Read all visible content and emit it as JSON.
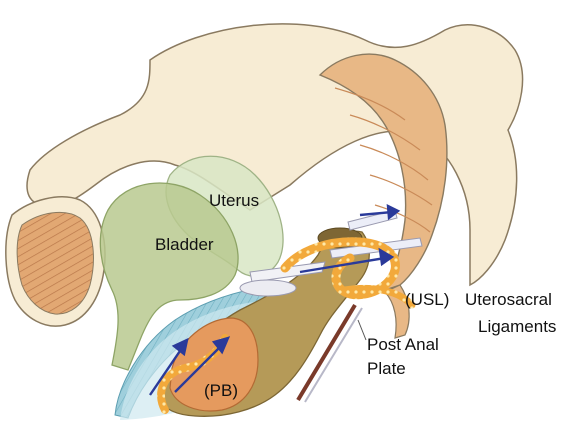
{
  "diagram": {
    "labels": {
      "uterus": "Uterus",
      "bladder": "Bladder",
      "usl": "(USL)",
      "uterosacral": "Uterosacral",
      "ligaments": "Ligaments",
      "post_anal": "Post Anal",
      "plate": "Plate",
      "pb": "(PB)"
    },
    "colors": {
      "bone": "#f7ecd4",
      "bone_outline": "#8a7a60",
      "marrow": "#e8b886",
      "bladder": "#b9c98f",
      "uterus": "#d8e6c4",
      "vaginal_wall": "#a9d3df",
      "pouch": "#b59a58",
      "perineal_body": "#e59a5e",
      "ligament_orange": "#f2a93b",
      "arrow_blue": "#2a3a9a"
    }
  }
}
